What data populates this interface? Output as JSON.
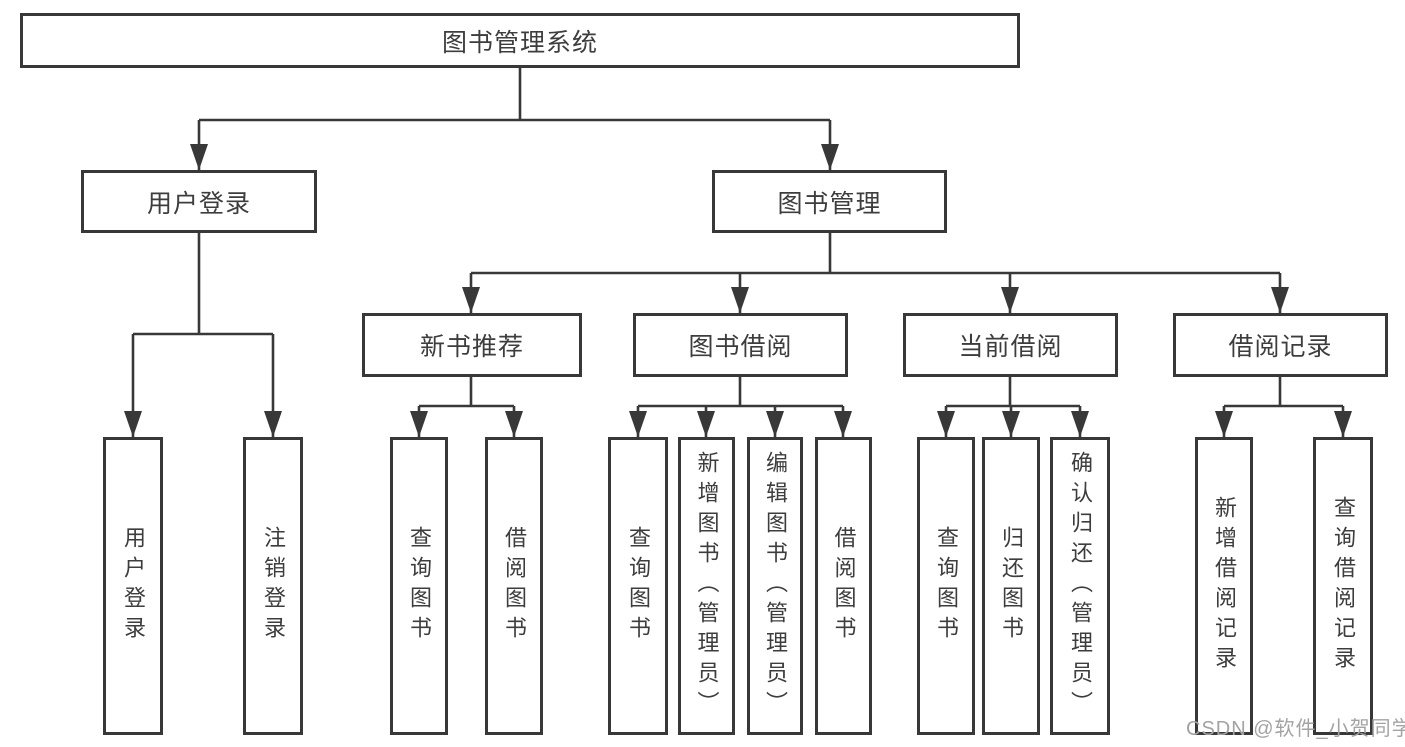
{
  "diagram": {
    "tree": {
      "label": "图书管理系统",
      "children": [
        {
          "label": "用户登录",
          "children": [
            {
              "label": "用户登录"
            },
            {
              "label": "注销登录"
            }
          ]
        },
        {
          "label": "图书管理",
          "children": [
            {
              "label": "新书推荐",
              "children": [
                {
                  "label": "查询图书"
                },
                {
                  "label": "借阅图书"
                }
              ]
            },
            {
              "label": "图书借阅",
              "children": [
                {
                  "label": "查询图书"
                },
                {
                  "label": "新增图书（管理员）"
                },
                {
                  "label": "编辑图书（管理员）"
                },
                {
                  "label": "借阅图书"
                }
              ]
            },
            {
              "label": "当前借阅",
              "children": [
                {
                  "label": "查询图书"
                },
                {
                  "label": "归还图书"
                },
                {
                  "label": "确认归还（管理员）"
                }
              ]
            },
            {
              "label": "借阅记录",
              "children": [
                {
                  "label": "新增借阅记录"
                },
                {
                  "label": "查询借阅记录"
                }
              ]
            }
          ]
        }
      ]
    },
    "colors": {
      "box_border": "#383838",
      "line": "#383838",
      "text": "#3d3d3d",
      "background": "#ffffff",
      "watermark_text": "#a3a3a3"
    }
  },
  "watermark": {
    "text": "CSDN @软件_小贺同学"
  }
}
